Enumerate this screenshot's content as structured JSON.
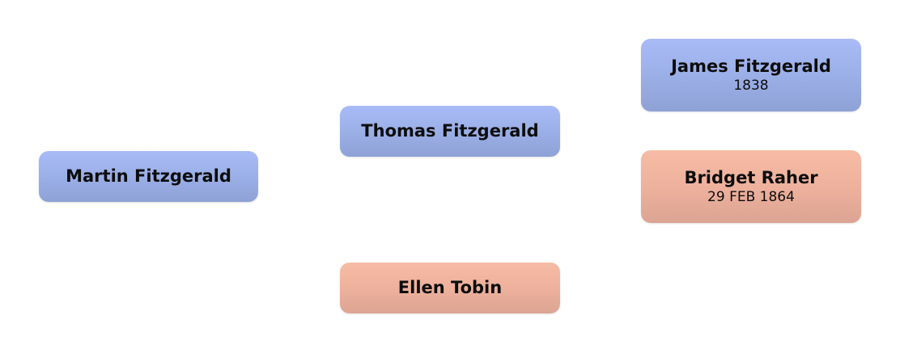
{
  "tree": {
    "root": {
      "name": "Martin Fitzgerald",
      "gender": "male",
      "father": {
        "name": "Thomas Fitzgerald",
        "gender": "male",
        "father": {
          "name": "James Fitzgerald",
          "date": "1838",
          "gender": "male"
        },
        "mother": {
          "name": "Bridget Raher",
          "date": "29 FEB 1864",
          "gender": "female"
        }
      },
      "mother": {
        "name": "Ellen Tobin",
        "gender": "female"
      }
    }
  },
  "colors": {
    "male": "#9aaee6",
    "female": "#ecb09c",
    "background": "#ffffff"
  }
}
